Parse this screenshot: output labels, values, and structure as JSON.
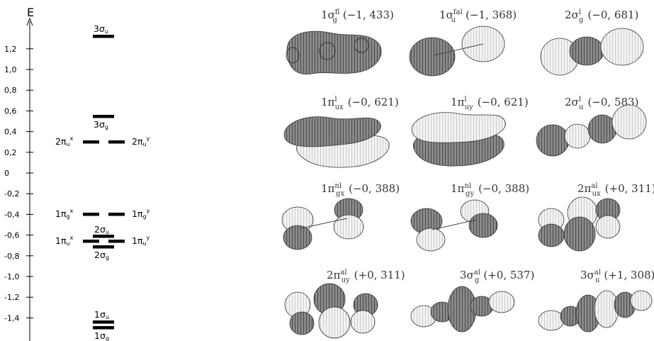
{
  "energy_diagram": {
    "axis_label": "E",
    "ticks": [
      "1,2",
      "1,0",
      "0,8",
      "0,6",
      "0,4",
      "0,2",
      "0",
      "-0,2",
      "-0,4",
      "-0,6",
      "-0,8",
      "-1,0",
      "-1,2",
      "-1,4"
    ],
    "levels": [
      {
        "name": "3σu",
        "energy": 1.3
      },
      {
        "name": "3σg",
        "energy": 0.57
      },
      {
        "name": "2πux / 2πuy",
        "energy": 0.34
      },
      {
        "name": "1πgx / 1πgy",
        "energy": -0.39
      },
      {
        "name": "2σu",
        "energy": -0.58
      },
      {
        "name": "1πux / 1πuy",
        "energy": -0.62
      },
      {
        "name": "2σg",
        "energy": -0.68
      },
      {
        "name": "1σu",
        "energy": -1.37
      },
      {
        "name": "1σg",
        "energy": -1.43
      }
    ],
    "labels": {
      "s3u_base": "3σ",
      "s3u_sub": "u",
      "s3g_base": "3σ",
      "s3g_sub": "g",
      "p2ux_base": "2π",
      "p2ux_sub": "u",
      "p2ux_sup": "x",
      "p2uy_base": "2π",
      "p2uy_sub": "u",
      "p2uy_sup": "y",
      "p1gx_base": "1π",
      "p1gx_sub": "g",
      "p1gx_sup": "x",
      "p1gy_base": "1π",
      "p1gy_sub": "g",
      "p1gy_sup": "y",
      "s2u_base": "2σ",
      "s2u_sub": "u",
      "p1ux_base": "1π",
      "p1ux_sub": "u",
      "p1ux_sup": "x",
      "p1uy_base": "1π",
      "p1uy_sub": "u",
      "p1uy_sup": "y",
      "s2g_base": "2σ",
      "s2g_sub": "g",
      "s1u_base": "1σ",
      "s1u_sub": "u",
      "s1g_base": "1σ",
      "s1g_sub": "g"
    }
  },
  "orbitals": [
    {
      "title_base": "1σ",
      "title_sup": "fl",
      "title_sub": "g",
      "energy": "(−1, 433)",
      "shape": "full-dark"
    },
    {
      "title_base": "1σ",
      "title_sup": "fal",
      "title_sub": "u",
      "energy": "(−1, 368)",
      "shape": "two-lobe-dark-light"
    },
    {
      "title_base": "2σ",
      "title_sup": "l",
      "title_sub": "g",
      "energy": "(−0, 681)",
      "shape": "three-lobe"
    },
    {
      "title_base": "1π",
      "title_sup": "l",
      "title_sub": "ux",
      "energy": "(−0, 621)",
      "shape": "pi-horizontal"
    },
    {
      "title_base": "1π",
      "title_sup": "l",
      "title_sub": "uy",
      "energy": "(−0, 621)",
      "shape": "pi-horizontal-light"
    },
    {
      "title_base": "2σ",
      "title_sup": "l",
      "title_sub": "u",
      "energy": "(−0, 583)",
      "shape": "four-lobe"
    },
    {
      "title_base": "1π",
      "title_sup": "nl",
      "title_sub": "gx",
      "energy": "(−0, 388)",
      "shape": "quad-diagonal"
    },
    {
      "title_base": "1π",
      "title_sup": "nl",
      "title_sub": "gy",
      "energy": "(−0, 388)",
      "shape": "quad-diagonal-alt"
    },
    {
      "title_base": "2π",
      "title_sup": "al",
      "title_sub": "ux",
      "energy": "(+0, 311)",
      "shape": "six-lobe"
    },
    {
      "title_base": "2π",
      "title_sup": "al",
      "title_sub": "uy",
      "energy": "(+0, 311)",
      "shape": "six-lobe-alt"
    },
    {
      "title_base": "3σ",
      "title_sup": "al",
      "title_sub": "g",
      "energy": "(+0, 537)",
      "shape": "five-lobe"
    },
    {
      "title_base": "3σ",
      "title_sup": "al",
      "title_sub": "u",
      "energy": "(+1, 308)",
      "shape": "six-lobe-chain"
    }
  ],
  "colors": {
    "dark": "#555555",
    "light": "#cfcfcf",
    "line": "#000000"
  }
}
